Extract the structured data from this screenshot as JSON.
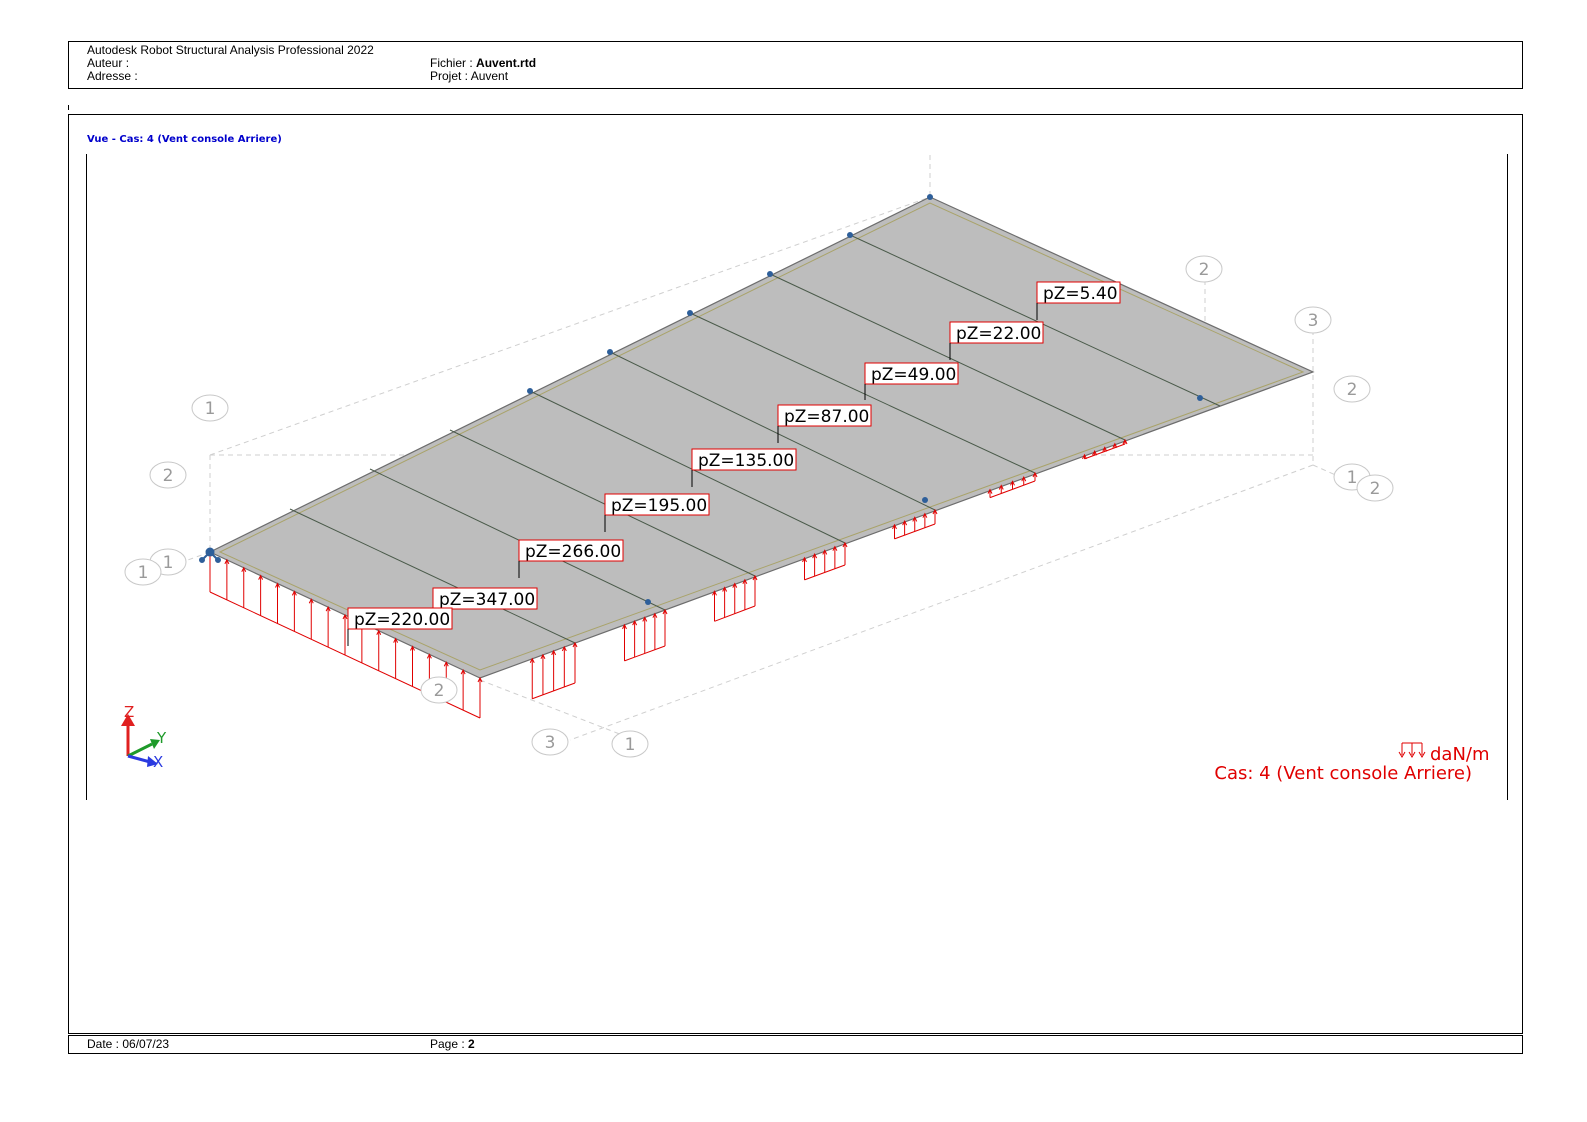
{
  "header": {
    "app": "Autodesk Robot Structural Analysis Professional 2022",
    "author_label": "Auteur :",
    "address_label": "Adresse :",
    "file_label": "Fichier :",
    "file_value": "Auvent.rtd",
    "project_label": "Projet :",
    "project_value": "Auvent"
  },
  "view": {
    "title": "Vue - Cas: 4 (Vent console Arriere)",
    "unit": "daN/m",
    "case": "Cas: 4 (Vent console Arriere)",
    "load_labels": [
      "pZ=5.40",
      "pZ=22.00",
      "pZ=49.00",
      "pZ=87.00",
      "pZ=135.00",
      "pZ=195.00",
      "pZ=266.00",
      "pZ=347.00",
      "pZ=220.00"
    ],
    "axis_labels": [
      "Z",
      "Y",
      "X"
    ],
    "grid_bubbles": [
      "2",
      "3",
      "2",
      "1",
      "2",
      "1",
      "2",
      "1",
      "1",
      "2",
      "3",
      "1"
    ],
    "colors": {
      "load": "#e00000",
      "slab": "#bdbdbd",
      "grid": "#c8c8c8",
      "title": "#0000cc"
    }
  },
  "footer": {
    "date_label": "Date :",
    "date_value": "06/07/23",
    "page_label": "Page :",
    "page_value": "2"
  }
}
